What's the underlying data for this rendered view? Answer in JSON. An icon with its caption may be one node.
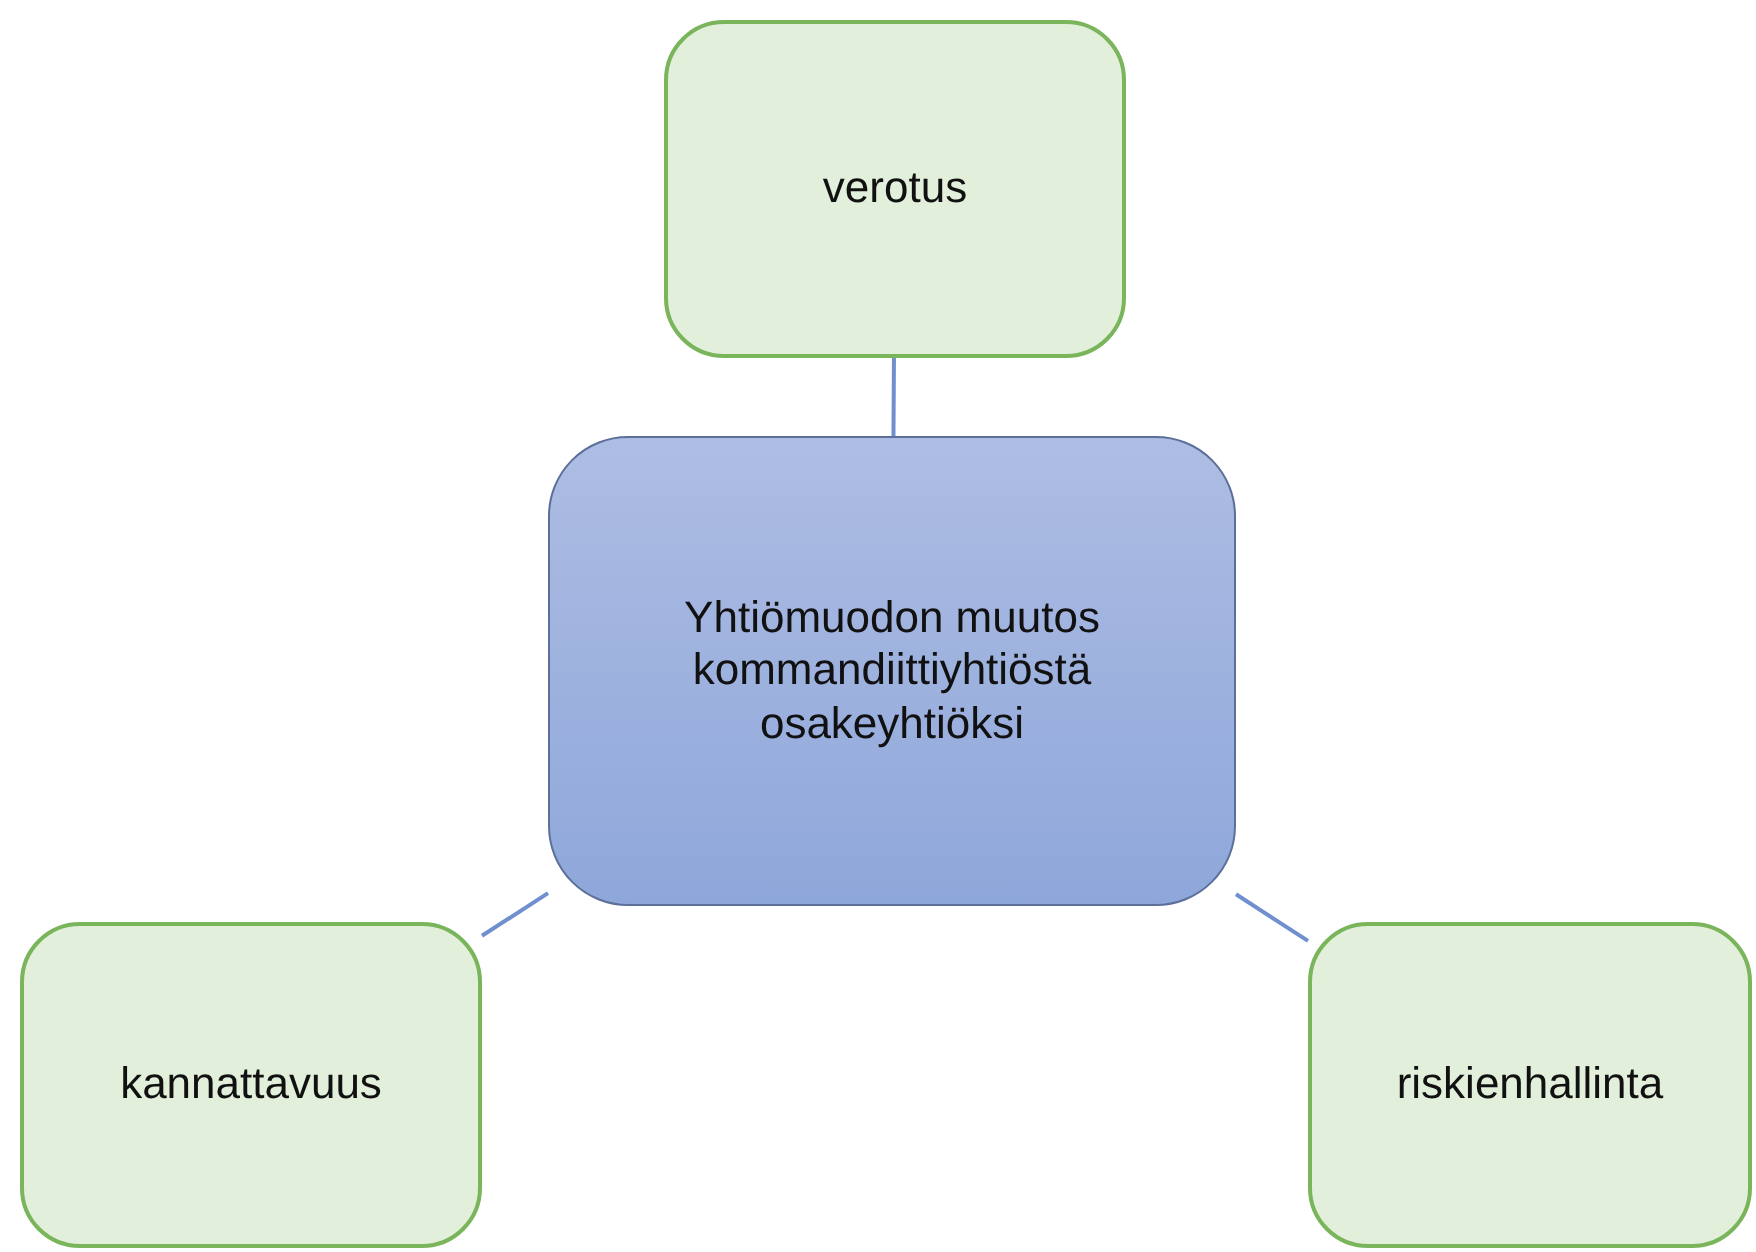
{
  "diagram": {
    "nodes": [
      {
        "text": [
          "Yhtiömuodon muutos kommandiittiyhtiöstä osakeyhtiöksi"
        ]
      },
      {
        "text": [
          "verotus"
        ]
      },
      {
        "text": [
          "kannattavuus"
        ]
      },
      {
        "text": [
          "riskienhallinta"
        ]
      }
    ],
    "edges": [
      {
        "from": 0,
        "to": 1,
        "arrow": "none"
      },
      {
        "from": 0,
        "to": 2,
        "arrow": "none"
      },
      {
        "from": 0,
        "to": 3,
        "arrow": "none"
      }
    ]
  }
}
